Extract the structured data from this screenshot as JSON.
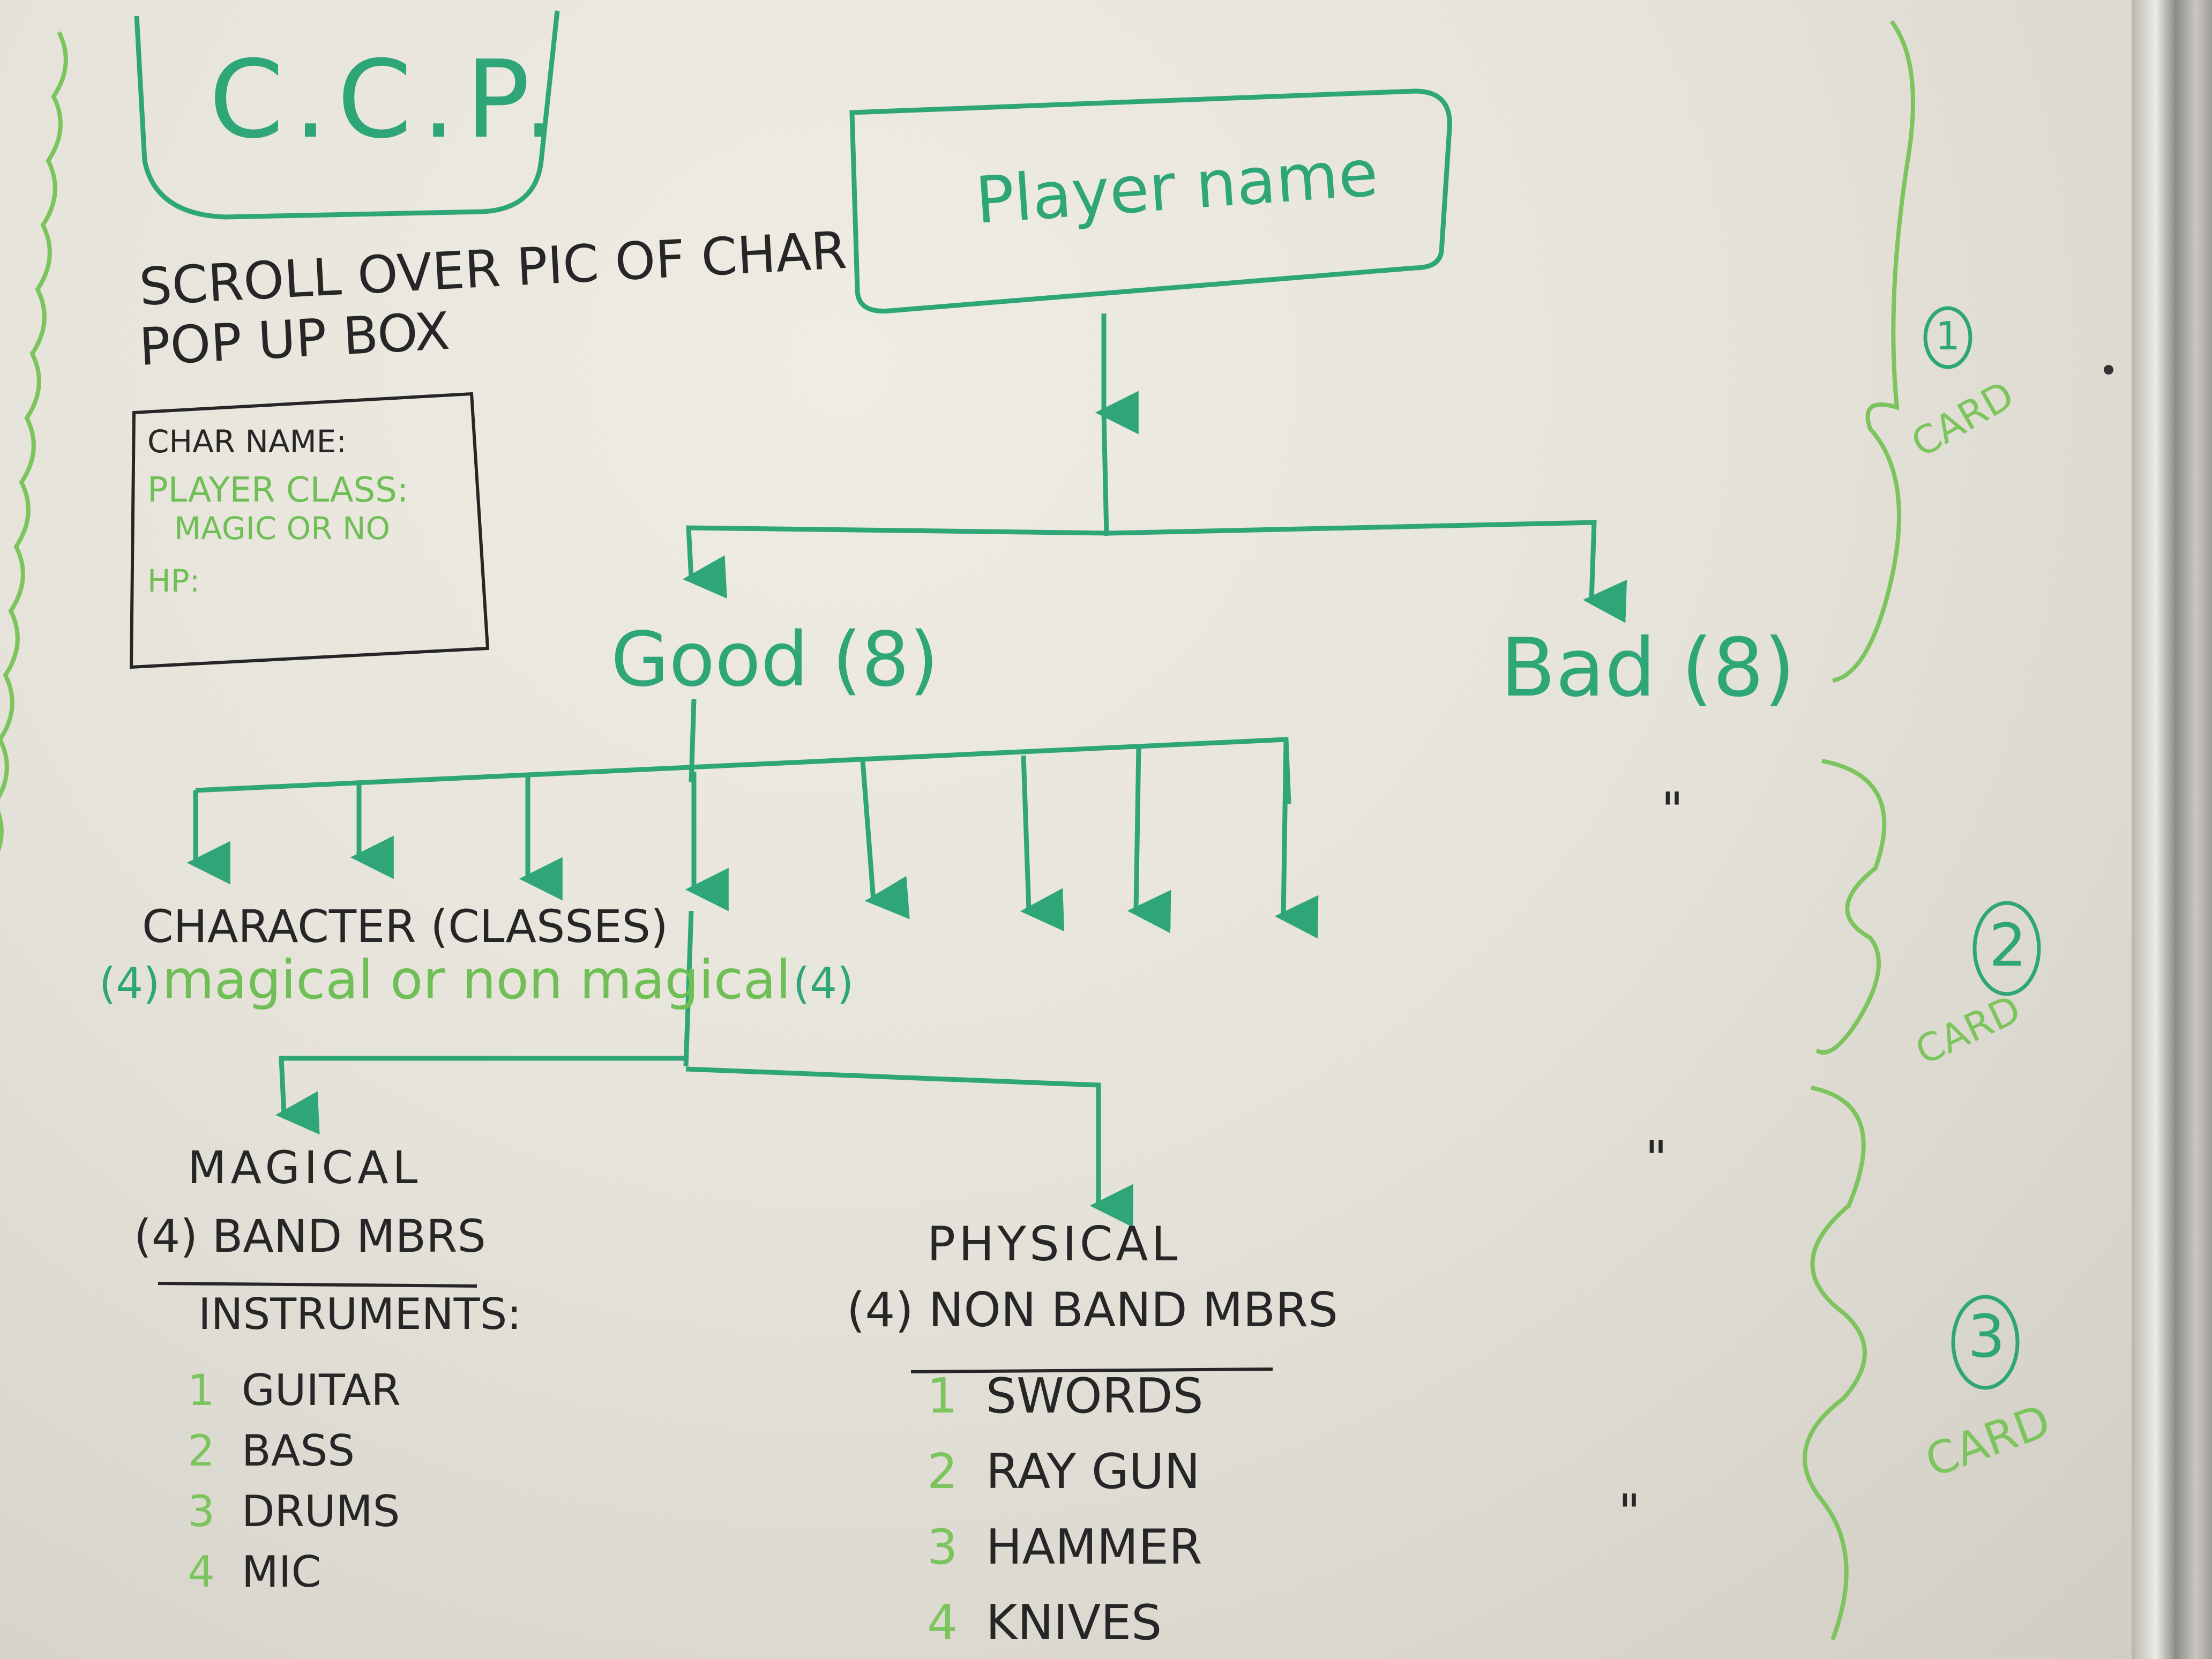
{
  "board": {
    "title": "C.C.P.",
    "popup_note": [
      "SCROLL OVER PIC OF CHAR",
      "POP UP BOX"
    ],
    "popup_box": {
      "char_name": "CHAR NAME:",
      "player_class": "PLAYER CLASS:",
      "magic_or_no": "MAGIC OR NO",
      "hp": "HP:"
    },
    "root": "Player name",
    "good": "Good (8)",
    "bad": "Bad (8)",
    "character_classes": "CHARACTER (CLASSES)",
    "class_split": {
      "left_count": "(4)",
      "text": "magical or non magical",
      "right_count": "(4)"
    },
    "magical": {
      "title": "MAGICAL",
      "subtitle": "(4) BAND MBRS",
      "list_title": "INSTRUMENTS:",
      "items": [
        {
          "num": "1",
          "label": "GUITAR"
        },
        {
          "num": "2",
          "label": "BASS"
        },
        {
          "num": "3",
          "label": "DRUMS"
        },
        {
          "num": "4",
          "label": "MIC"
        }
      ]
    },
    "physical": {
      "title": "PHYSICAL",
      "subtitle": "(4) NON BAND MBRS",
      "items": [
        {
          "num": "1",
          "label": "SWORDS"
        },
        {
          "num": "2",
          "label": "RAY GUN"
        },
        {
          "num": "3",
          "label": "HAMMER"
        },
        {
          "num": "4",
          "label": "KNIVES"
        }
      ]
    },
    "ditto_marks": [
      "\"",
      "\"",
      "\""
    ],
    "cards": [
      {
        "num": "1",
        "label": "CARD"
      },
      {
        "num": "2",
        "label": "CARD"
      },
      {
        "num": "3",
        "label": "CARD"
      }
    ],
    "colors": {
      "marker_teal": "#2ea677",
      "marker_green": "#6fbf56",
      "marker_black": "#262626",
      "board": "#e6e3da"
    }
  }
}
